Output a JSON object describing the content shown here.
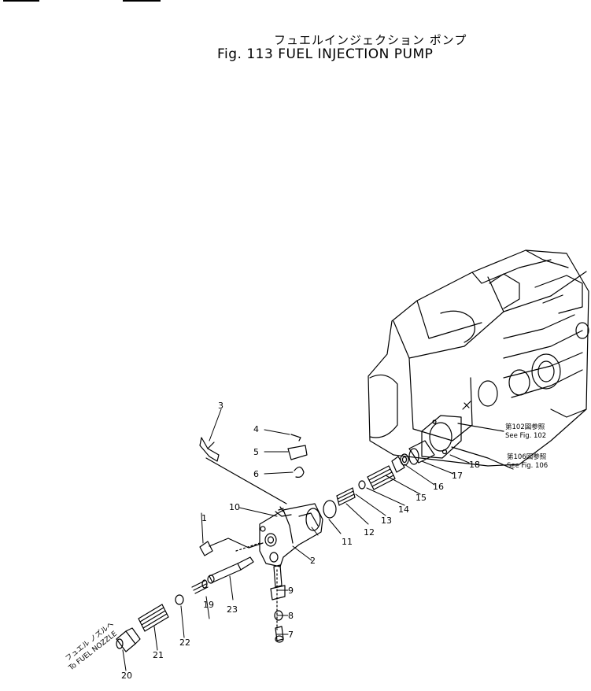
{
  "title": {
    "japanese": "フュエルインジェクション ポンプ",
    "english": "Fig. 113 FUEL INJECTION PUMP"
  },
  "references": [
    {
      "jp": "第102図参照",
      "en": "See Fig. 102"
    },
    {
      "jp": "第106図参照",
      "en": "See Fig. 106"
    }
  ],
  "note": {
    "jp": "フュエル ノズルへ",
    "en": "To FUEL NOZZLE"
  },
  "callouts": [
    "1",
    "2",
    "3",
    "4",
    "5",
    "6",
    "7",
    "8",
    "9",
    "10",
    "11",
    "12",
    "13",
    "14",
    "15",
    "16",
    "17",
    "18",
    "19",
    "20",
    "21",
    "22",
    "23"
  ]
}
